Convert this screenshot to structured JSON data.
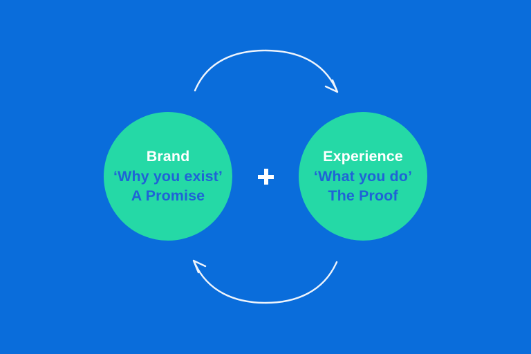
{
  "diagram": {
    "title": "Brand and Experience cycle",
    "background_color": "#0a6ddb",
    "node_color": "#25d9a6",
    "node_title_color": "#ffffff",
    "node_sub_color": "#1f63d6",
    "arrow_color": "#eef4fc",
    "connector_label": "+",
    "nodes": [
      {
        "id": "brand",
        "title": "Brand",
        "sub1": "‘Why you exist’",
        "sub2": "A Promise"
      },
      {
        "id": "experience",
        "title": "Experience",
        "sub1": "‘What you do’",
        "sub2": "The Proof"
      }
    ],
    "arrows": [
      {
        "id": "top-arrow",
        "direction": "left-to-right",
        "description": "curved arrow arcing over the top from Brand to Experience"
      },
      {
        "id": "bottom-arrow",
        "direction": "right-to-left",
        "description": "curved arrow arcing under the bottom from Experience to Brand"
      }
    ]
  }
}
